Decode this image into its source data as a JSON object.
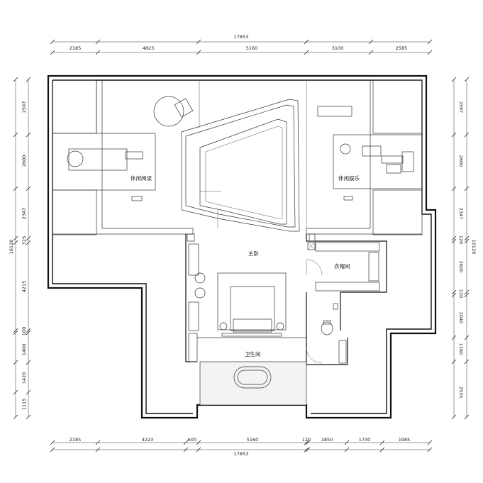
{
  "dimensions": {
    "top_total": "17853",
    "top": [
      "2185",
      "4823",
      "5160",
      "3100",
      "2585"
    ],
    "bottom": [
      "2185",
      "4223",
      "600",
      "5160",
      "120",
      "1850",
      "1730",
      "1985"
    ],
    "bottom_total": "17853",
    "left": [
      "2597",
      "2600",
      "2347",
      "325",
      "4215",
      "100",
      "1400",
      "1420",
      "1115"
    ],
    "left_total": "16120",
    "right": [
      "2597",
      "2600",
      "2347",
      "120",
      "2600",
      "120",
      "2040",
      "1160",
      "2535"
    ],
    "right_total": "16120"
  },
  "rooms": {
    "reading": "休闲阅读",
    "entertainment": "休闲娱乐",
    "master_bedroom": "主卧",
    "closet": "衣帽间",
    "bathroom": "卫生间"
  }
}
